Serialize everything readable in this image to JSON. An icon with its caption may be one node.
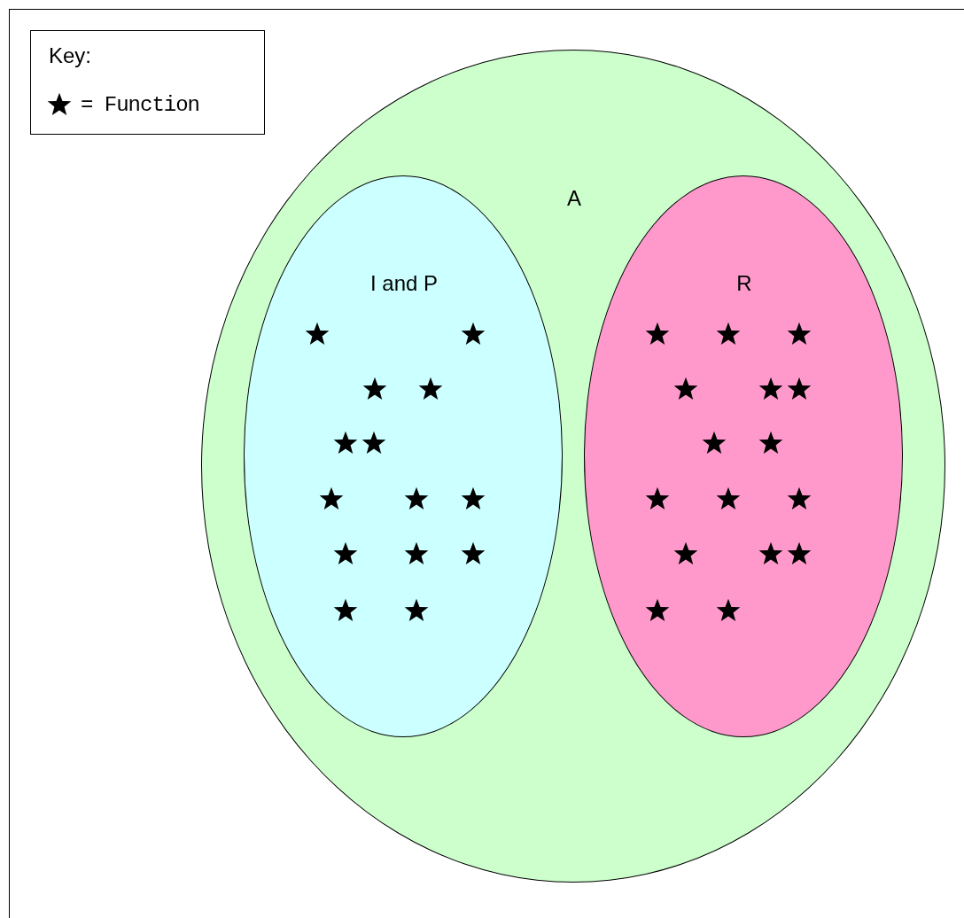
{
  "diagram": {
    "nodes": [
      {
        "text": [
          "A"
        ]
      },
      {
        "text": [
          "I and P"
        ],
        "in": 0
      },
      {
        "text": [],
        "shape": "star",
        "in": 1
      },
      {
        "text": [],
        "shape": "star",
        "in": 1
      },
      {
        "text": [],
        "shape": "star",
        "in": 1
      },
      {
        "text": [],
        "shape": "star",
        "in": 1
      },
      {
        "text": [],
        "shape": "star",
        "in": 1
      },
      {
        "text": [],
        "shape": "star",
        "in": 1
      },
      {
        "text": [],
        "shape": "star",
        "in": 1
      },
      {
        "text": [],
        "shape": "star",
        "in": 1
      },
      {
        "text": [],
        "shape": "star",
        "in": 1
      },
      {
        "text": [],
        "shape": "star",
        "in": 1
      },
      {
        "text": [],
        "shape": "star",
        "in": 1
      },
      {
        "text": [],
        "shape": "star",
        "in": 1
      },
      {
        "text": [],
        "shape": "star",
        "in": 1
      },
      {
        "text": [],
        "shape": "star",
        "in": 1
      },
      {
        "text": [
          "R"
        ],
        "in": 0
      },
      {
        "text": [],
        "shape": "star",
        "in": 16
      },
      {
        "text": [],
        "shape": "star",
        "in": 16
      },
      {
        "text": [],
        "shape": "star",
        "in": 16
      },
      {
        "text": [],
        "shape": "star",
        "in": 16
      },
      {
        "text": [],
        "shape": "star",
        "in": 16
      },
      {
        "text": [],
        "shape": "star",
        "in": 16
      },
      {
        "text": [],
        "shape": "star",
        "in": 16
      },
      {
        "text": [],
        "shape": "star",
        "in": 16
      },
      {
        "text": [],
        "shape": "star",
        "in": 16
      },
      {
        "text": [],
        "shape": "star",
        "in": 16
      },
      {
        "text": [],
        "shape": "star",
        "in": 16
      },
      {
        "text": [],
        "shape": "star",
        "in": 16
      },
      {
        "text": [],
        "shape": "star",
        "in": 16
      },
      {
        "text": [],
        "shape": "star",
        "in": 16
      },
      {
        "text": [],
        "shape": "star",
        "in": 16
      },
      {
        "text": [],
        "shape": "star",
        "in": 16
      }
    ],
    "labels": [
      "Key:"
    ],
    "legend": [
      {
        "text": "= Function"
      }
    ]
  }
}
